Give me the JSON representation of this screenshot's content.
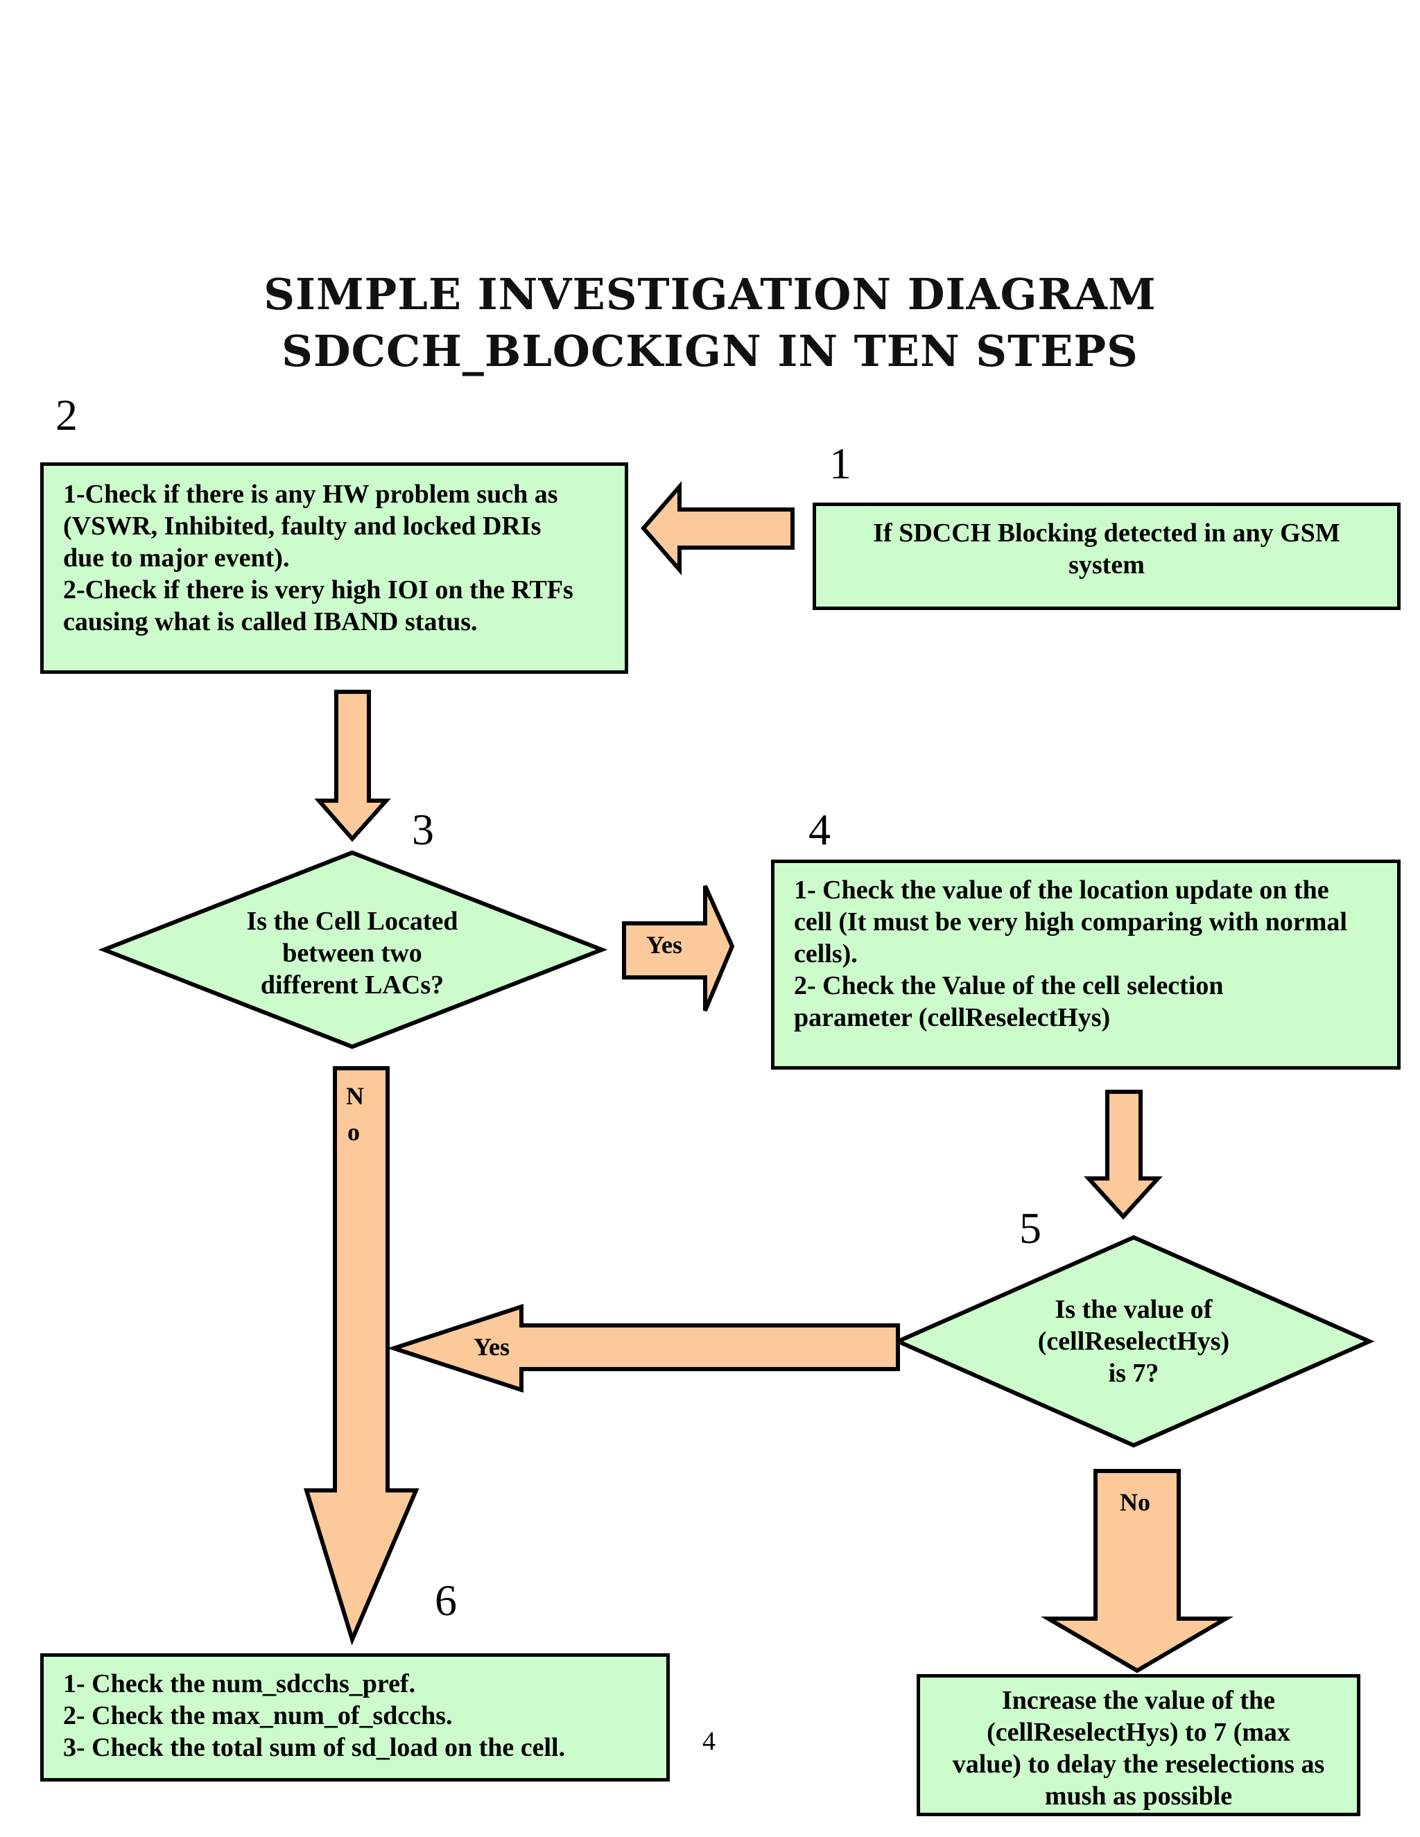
{
  "title": {
    "line1": "SIMPLE INVESTIGATION DIAGRAM",
    "line2": "SDCCH_BLOCKIGN IN TEN STEPS"
  },
  "steps": {
    "s1": {
      "number": "1",
      "text": "If SDCCH Blocking detected in any GSM system"
    },
    "s2": {
      "number": "2",
      "lines": [
        "1-Check if there is any HW problem such as",
        "(VSWR, Inhibited, faulty and locked DRIs",
        "due to major event).",
        "2-Check if there is very high IOI on the RTFs",
        "causing what is called IBAND status."
      ]
    },
    "s3": {
      "number": "3",
      "lines": [
        "Is the Cell Located",
        "between two",
        "different LACs?"
      ]
    },
    "s4": {
      "number": "4",
      "lines": [
        "1- Check the value of the location update on the",
        "cell (It must be very high comparing with normal",
        "cells).",
        "2- Check the Value of the cell selection",
        "parameter (cellReselectHys)"
      ]
    },
    "s5": {
      "number": "5",
      "lines": [
        "Is the value of",
        "(cellReselectHys)",
        "is 7?"
      ]
    },
    "s6": {
      "number": "6",
      "lines": [
        "1- Check the num_sdcchs_pref.",
        "2- Check the max_num_of_sdcchs.",
        "3- Check the total sum of sd_load on the cell."
      ]
    },
    "s7": {
      "lines": [
        "Increase the value of the",
        "(cellReselectHys) to 7 (max",
        "value) to delay the reselections as",
        "mush as possible"
      ]
    }
  },
  "arrow_labels": {
    "yes_right": "Yes",
    "no_down_n": "N",
    "no_down_o": "o",
    "yes_left": "Yes",
    "no_down_right": "No"
  },
  "page_number": "4",
  "colors": {
    "box_fill": "#ccfccc",
    "arrow_fill": "#fbc99a",
    "stroke": "#000000"
  }
}
